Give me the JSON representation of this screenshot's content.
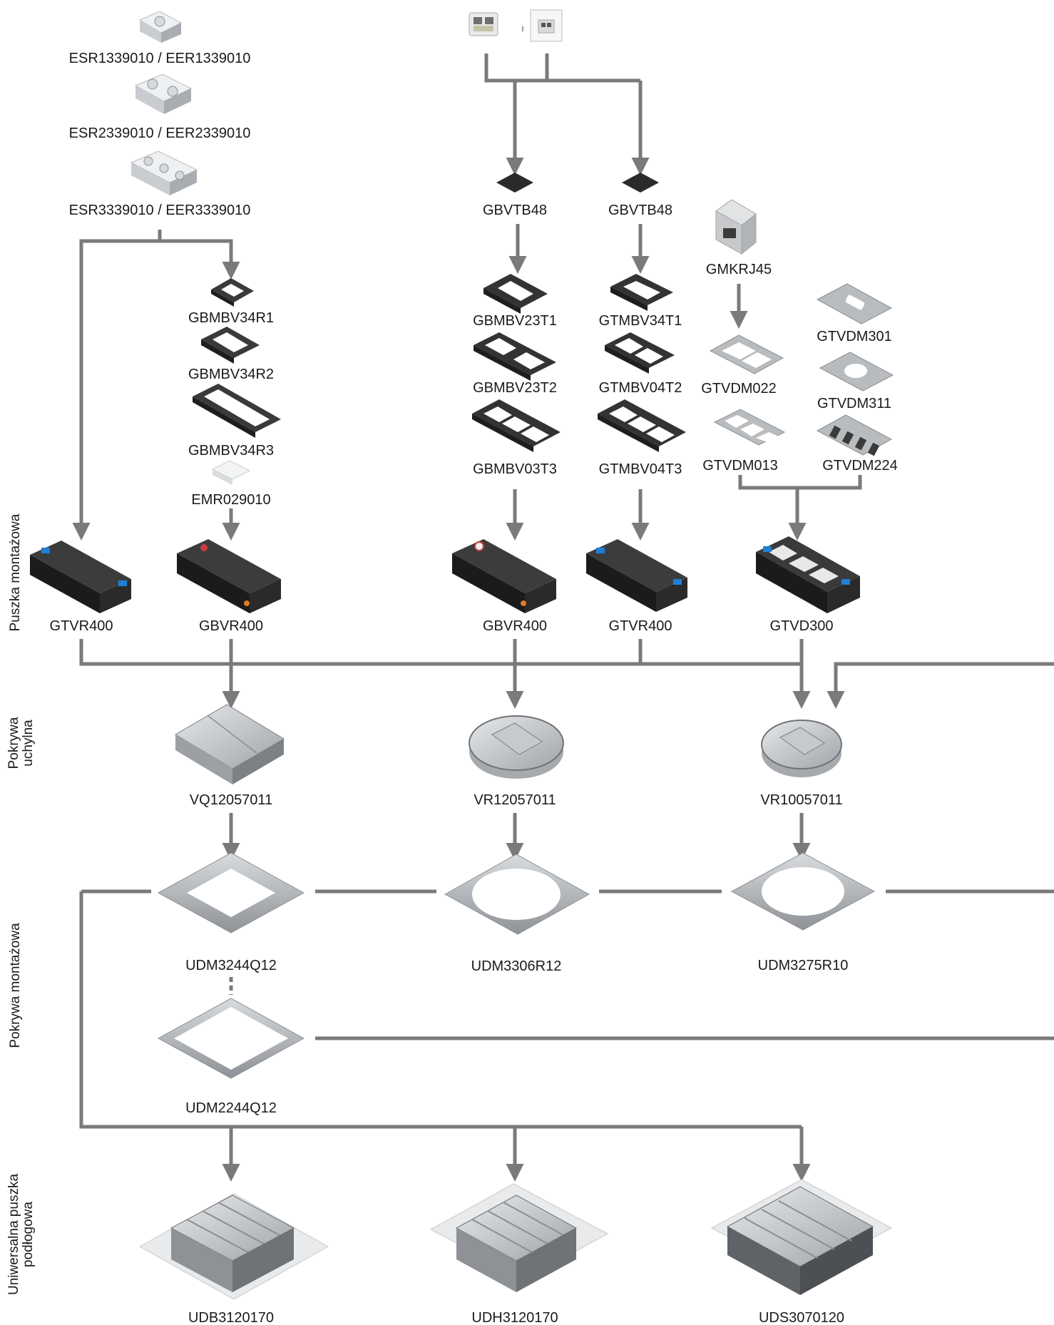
{
  "rows": {
    "mounting_box": "Puszka montażowa",
    "tilt_cover_l1": "Pokrywa",
    "tilt_cover_l2": "uchylna",
    "mounting_cover": "Pokrywa montażowa",
    "universal_l1": "Uniwersalna puszka",
    "universal_l2": "podłogowa"
  },
  "sockets": {
    "s1": "ESR1339010 / EER1339010",
    "s2": "ESR2339010 / EER2339010",
    "s3": "ESR3339010 / EER3339010"
  },
  "frames_r": {
    "r1": "GBMBV34R1",
    "r2": "GBMBV34R2",
    "r3": "GBMBV34R3",
    "blank": "EMR029010"
  },
  "blanks": {
    "b1": "GBVTB48",
    "b2": "GBVTB48"
  },
  "frames_t_left": {
    "t1": "GBMBV23T1",
    "t2": "GBMBV23T2",
    "t3": "GBMBV03T3"
  },
  "frames_t_right": {
    "t1": "GTMBV34T1",
    "t2": "GTMBV04T2",
    "t3": "GTMBV04T3"
  },
  "data_modules": {
    "rj45": "GMKRJ45",
    "dm022": "GTVDM022",
    "dm013": "GTVDM013",
    "dm301": "GTVDM301",
    "dm311": "GTVDM311",
    "dm224": "GTVDM224"
  },
  "boxes": {
    "a": "GTVR400",
    "b": "GBVR400",
    "c": "GBVR400",
    "d": "GTVR400",
    "e": "GTVD300"
  },
  "tilt_covers": {
    "a": "VQ12057011",
    "b": "VR12057011",
    "c": "VR10057011"
  },
  "mount_covers": {
    "a": "UDM3244Q12",
    "b": "UDM3306R12",
    "c": "UDM3275R10",
    "d": "UDM2244Q12"
  },
  "floor_boxes": {
    "a": "UDB3120170",
    "b": "UDH3120170",
    "c": "UDS3070120"
  }
}
